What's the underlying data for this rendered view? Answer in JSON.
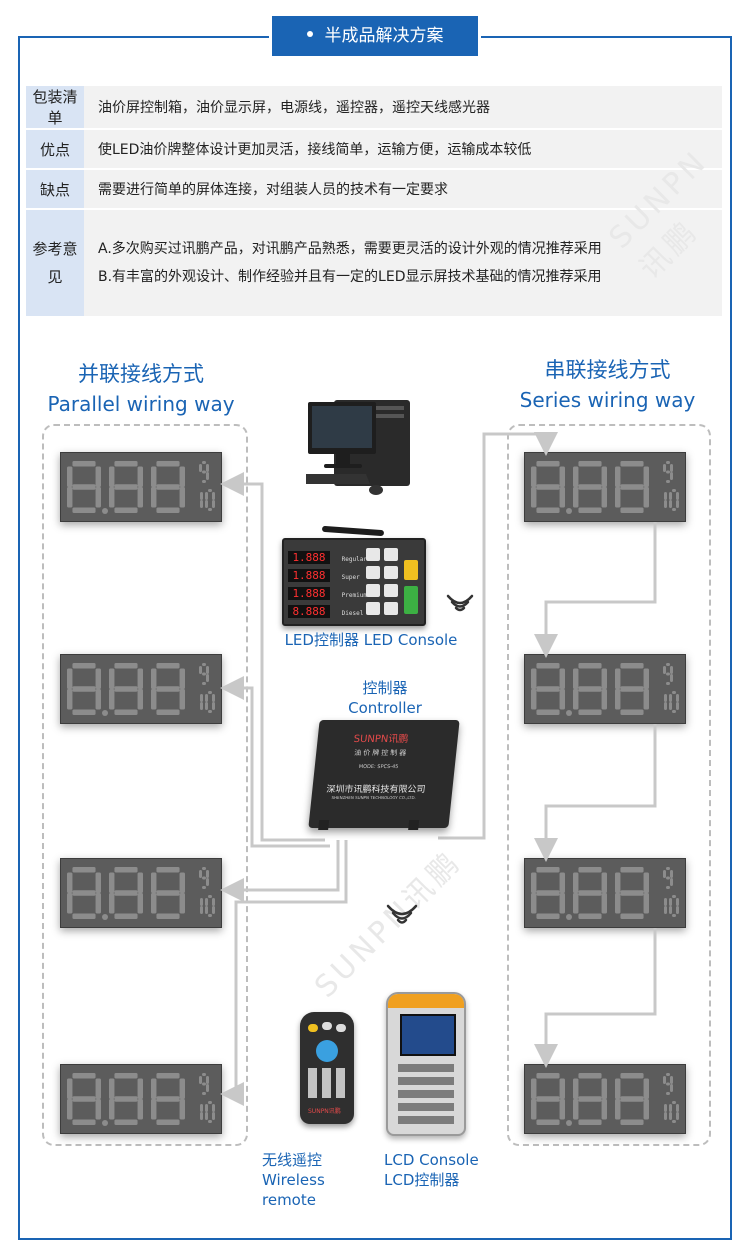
{
  "header": {
    "title": "半成品解决方案"
  },
  "info_table": [
    {
      "label": "包装清单",
      "lines": [
        "油价屏控制箱，油价显示屏，电源线，遥控器，遥控天线感光器"
      ]
    },
    {
      "label": "优点",
      "lines": [
        "使LED油价牌整体设计更加灵活，接线简单，运输方便，运输成本较低"
      ]
    },
    {
      "label": "缺点",
      "lines": [
        "需要进行简单的屏体连接，对组装人员的技术有一定要求"
      ]
    },
    {
      "label": "参考意见",
      "lines": [
        "A.多次购买过讯鹏产品，对讯鹏产品熟悉，需要更灵活的设计外观的情况推荐采用",
        "B.有丰富的外观设计、制作经验并且有一定的LED显示屏技术基础的情况推荐采用"
      ]
    }
  ],
  "parallel": {
    "title_zh": "并联接线方式",
    "title_en": "Parallel wiring way"
  },
  "series": {
    "title_zh": "串联接线方式",
    "title_en": "Series wiring way"
  },
  "led_console": {
    "caption": "LED控制器 LED Console",
    "rows": [
      {
        "digits": "1.888",
        "grade": "Regular"
      },
      {
        "digits": "1.888",
        "grade": "Super"
      },
      {
        "digits": "1.888",
        "grade": "Premium"
      },
      {
        "digits": "8.888",
        "grade": "Diesel"
      }
    ]
  },
  "controller": {
    "caption_zh": "控制器",
    "caption_en": "Controller",
    "brand": "SUNPN讯鹏",
    "label": "油价牌控制器",
    "model": "MODE: SPCS-45",
    "company": "深圳市讯鹏科技有限公司",
    "company_en": "SHENZHEN SUNPN TECHNOLOGY CO.,LTD."
  },
  "remote": {
    "caption_zh": "无线遥控",
    "caption_en": "Wireless remote",
    "brand": "SUNPN讯鹏"
  },
  "lcd_console": {
    "caption_en": "LCD Console",
    "caption_zh": "LCD控制器"
  },
  "display": {
    "digits": "8.88",
    "fraction_top": "9",
    "fraction_bottom": "10"
  },
  "watermark": "SUNPN讯鹏",
  "colors": {
    "accent": "#1a64b4",
    "label_bg": "#d9e4f4",
    "row_bg": "#f2f2f2",
    "panel": "#5c5c5c",
    "wire": "#c8c8c8"
  }
}
